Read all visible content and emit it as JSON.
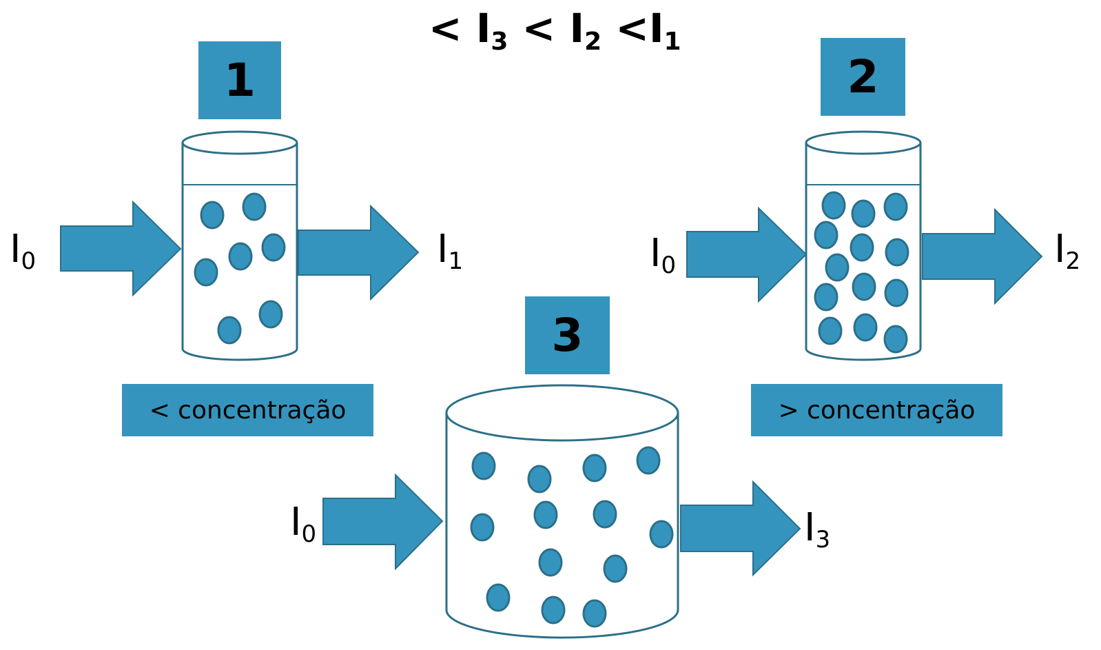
{
  "colors": {
    "accent": "#3594bd",
    "outline": "#2b6f89",
    "text": "#000000"
  },
  "title": {
    "lt1": "<",
    "i3": "I",
    "i3_sub": "3",
    "lt2": "<",
    "i2": "I",
    "i2_sub": "2",
    "lt3": "<",
    "i1": "I",
    "i1_sub": "1"
  },
  "cuvettes": [
    {
      "number": "1",
      "input_label": "I",
      "input_sub": "0",
      "output_label": "I",
      "output_sub": "1",
      "caption": "< concentração"
    },
    {
      "number": "2",
      "input_label": "I",
      "input_sub": "0",
      "output_label": "I",
      "output_sub": "2",
      "caption": "> concentração"
    },
    {
      "number": "3",
      "input_label": "I",
      "input_sub": "0",
      "output_label": "I",
      "output_sub": "3"
    }
  ]
}
